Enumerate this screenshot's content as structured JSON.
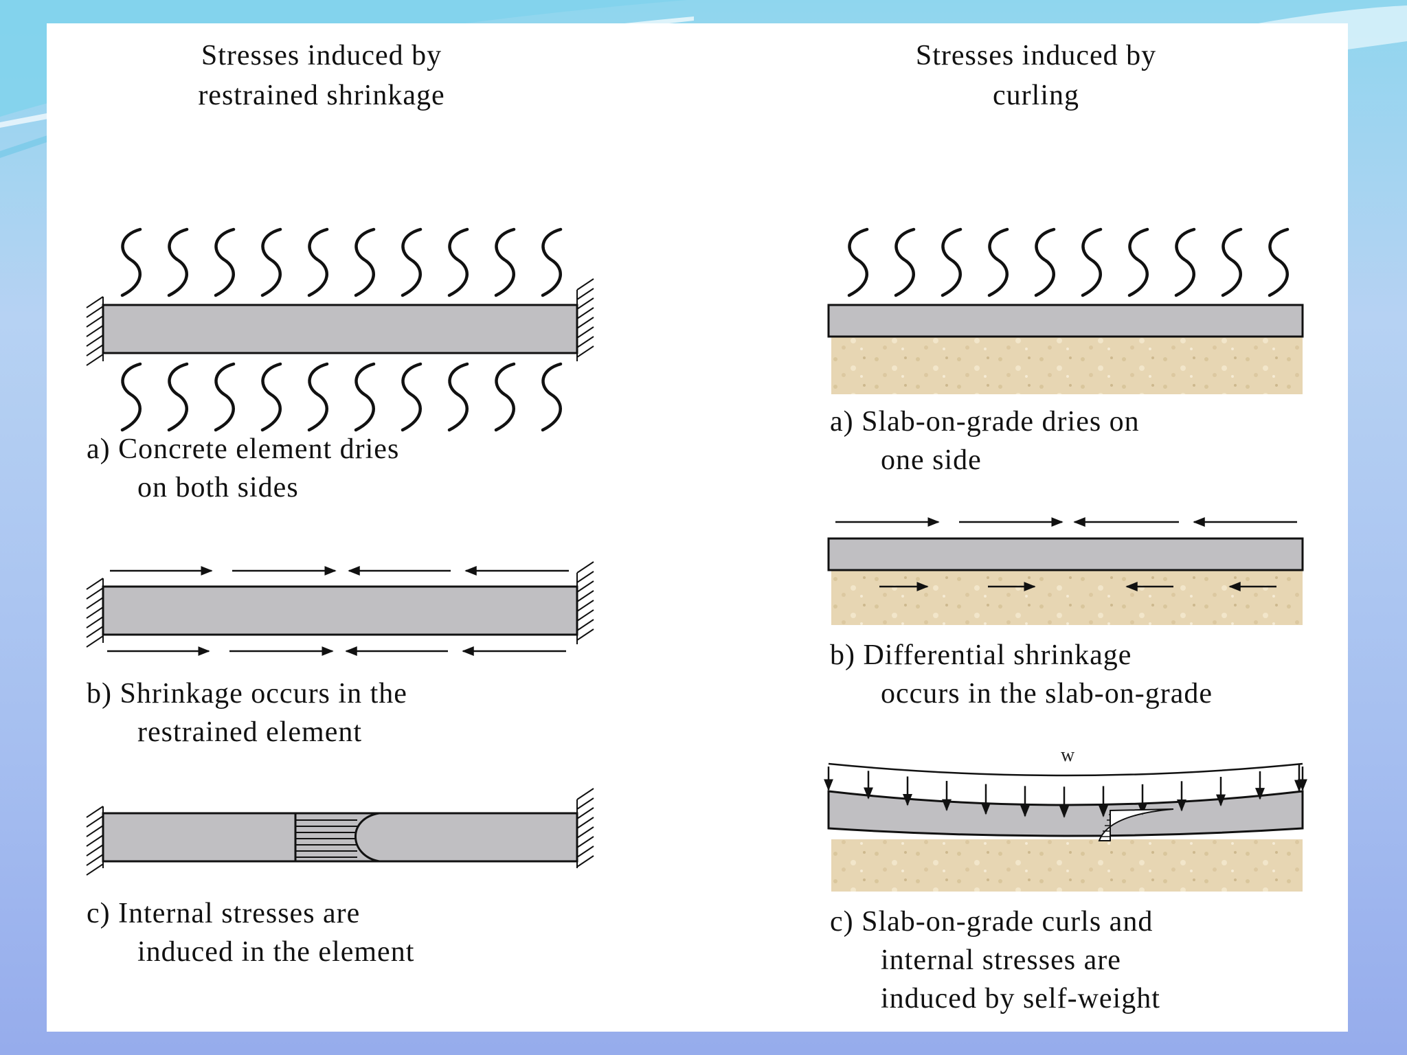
{
  "headings": {
    "left": [
      "Stresses induced by",
      "restrained shrinkage"
    ],
    "right": [
      "Stresses induced by",
      "curling"
    ]
  },
  "captions": {
    "left_a": [
      "a) Concrete element dries",
      "on both sides"
    ],
    "left_b": [
      "b) Shrinkage occurs in the",
      "restrained element"
    ],
    "left_c": [
      "c) Internal stresses are",
      "induced in the element"
    ],
    "right_a": [
      "a) Slab-on-grade dries on",
      "one side"
    ],
    "right_b": [
      "b) Differential shrinkage",
      "occurs in the slab-on-grade"
    ],
    "right_c": [
      "c) Slab-on-grade curls and",
      "internal stresses are",
      "induced by self-weight"
    ]
  },
  "load_label": "w",
  "colors": {
    "slab": "#c0bfc2",
    "soil": "#e7d6b3",
    "ink": "#111111",
    "panel": "#ffffff"
  }
}
